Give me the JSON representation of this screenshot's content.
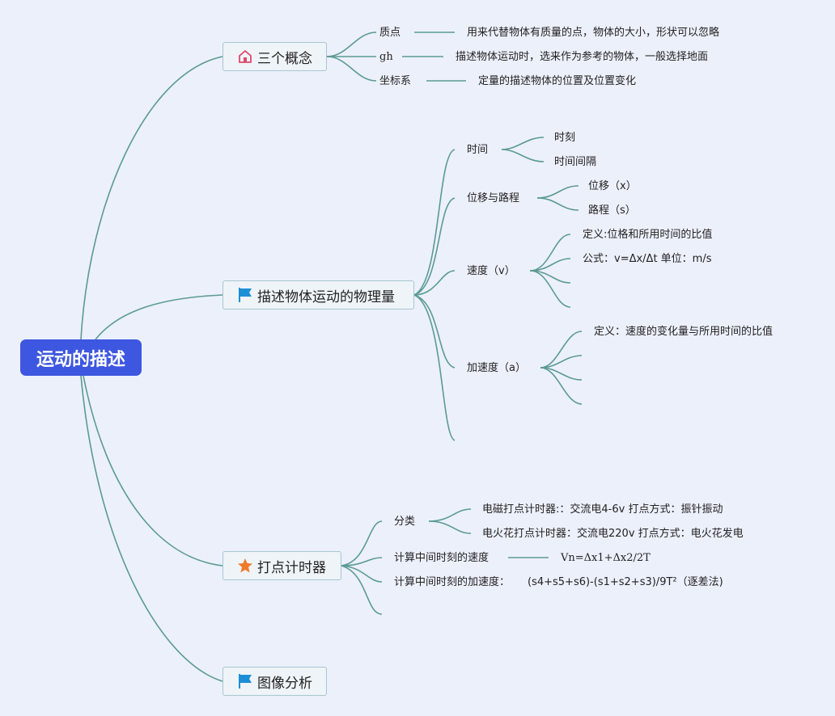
{
  "root": "运动的描述",
  "topics": {
    "concepts": "三个概念",
    "quantities": "描述物体运动的物理量",
    "timer": "打点计时器",
    "graph": "图像分析"
  },
  "concepts": {
    "particle": {
      "label": "质点",
      "desc": "用来代替物体有质量的点，物体的大小，形状可以忽略"
    },
    "reference": {
      "label": "gh",
      "desc": "描述物体运动时，选来作为参考的物体，一般选择地面"
    },
    "coordinate": {
      "label": "坐标系",
      "desc": "定量的描述物体的位置及位置变化"
    }
  },
  "quantities": {
    "time": {
      "label": "时间",
      "children": [
        "时刻",
        "时间间隔"
      ]
    },
    "displacement": {
      "label": "位移与路程",
      "children": [
        "位移（x）",
        "路程（s）"
      ]
    },
    "velocity": {
      "label": "速度（v）",
      "definition": "定义:位格和所用时间的比值",
      "formula": "公式：v=Δx/Δt 单位：m/s"
    },
    "acceleration": {
      "label": "加速度（a）",
      "definition": "定义：速度的变化量与所用时间的比值"
    }
  },
  "timer": {
    "classify": {
      "label": "分类",
      "electromagnetic": "电磁打点计时器:：交流电4-6v 打点方式：振针振动",
      "spark": "电火花打点计时器：交流电220v 打点方式：电火花发电"
    },
    "mid_velocity": {
      "label": "计算中间时刻的速度",
      "formula": "Vn=Δx1+Δx2/2T"
    },
    "mid_acceleration": {
      "label": "计算中间时刻的加速度：",
      "formula": "(s4+s5+s6)-(s1+s2+s3)/9T²（逐差法)"
    }
  },
  "colors": {
    "root": "#3d57e0",
    "line": "#5b9a93",
    "background": "#ecf0fb",
    "house_icon": "#e0486a",
    "flag_icon": "#1b8fd6",
    "star_icon": "#f07a2a"
  },
  "icons": {
    "concepts": "house-icon",
    "quantities": "flag-icon",
    "timer": "star-icon",
    "graph": "flag-icon"
  }
}
